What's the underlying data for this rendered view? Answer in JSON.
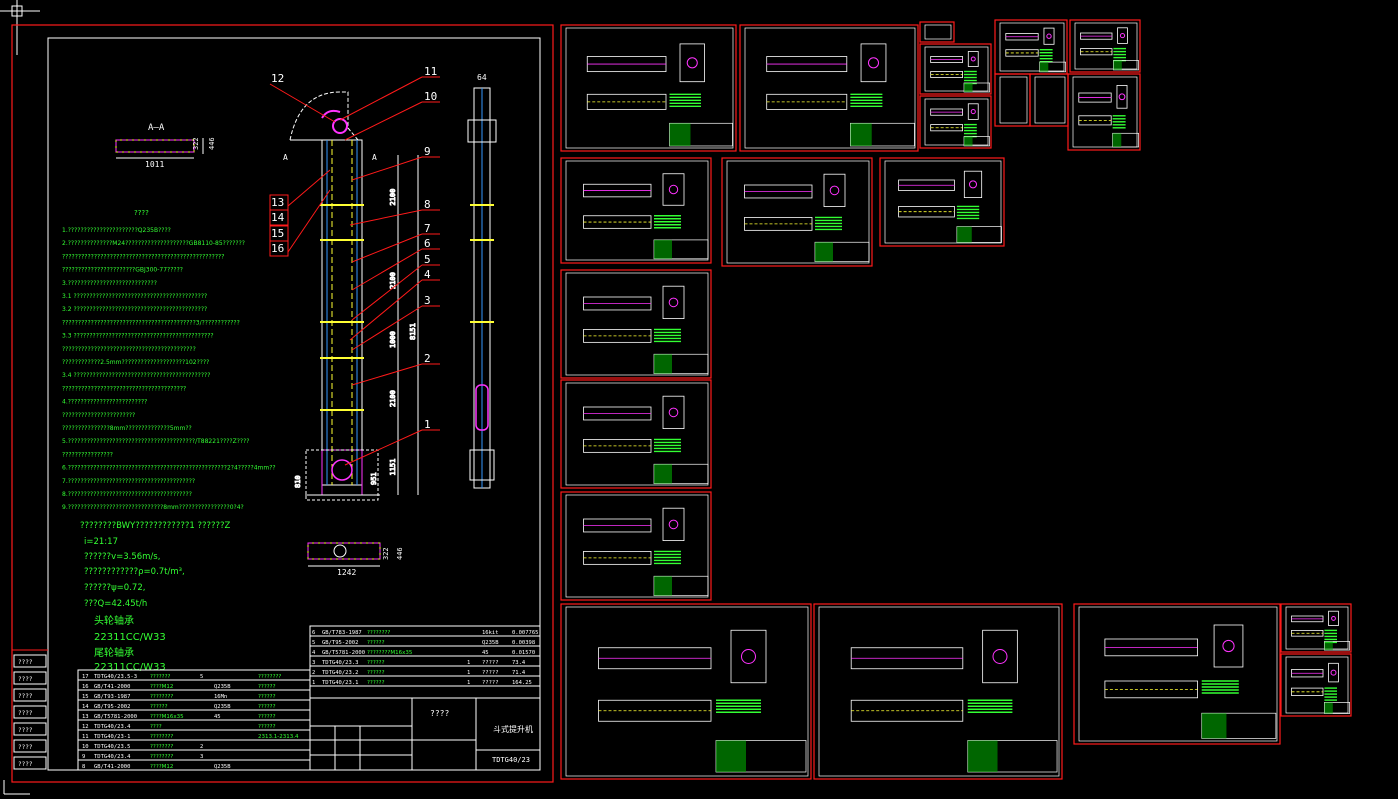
{
  "colors": {
    "frame": "#ff1a1a",
    "white": "#ffffff",
    "cyan": "#33ffff",
    "green": "#33ff33",
    "yellow": "#ffe000",
    "magenta": "#ff33ff",
    "blue": "#3366ff",
    "bg": "#000000"
  },
  "main_sheet": {
    "section_label": "A—A",
    "section_a_left": "A",
    "section_a_right": "A",
    "top_view_dims": {
      "width": "1011",
      "h1": "322",
      "h2": "446"
    },
    "bottom_view_dims": {
      "width": "1242",
      "h1": "322",
      "h2": "446"
    },
    "side_view_dim_top": "64",
    "vertical_dims": [
      "2100",
      "2100",
      "1000",
      "2100",
      "1151",
      "8151",
      "951",
      "810"
    ],
    "callouts_right": [
      "11",
      "10",
      "9",
      "8",
      "7",
      "6",
      "5",
      "4",
      "3",
      "2",
      "1"
    ],
    "callouts_left": [
      "12",
      "13",
      "14",
      "15",
      "16"
    ],
    "notes_heading": "????",
    "notes": [
      "1.??????????????????????Q235B????",
      "2.??????????????M24????????????????????GB8110-85???????",
      "   ???????????????????????????????????????????????????",
      "   ???????????????????????GBJ300-77?????",
      "3.????????????????????????????",
      "   3.1 ??????????????????????????????????????????",
      "   3.2 ??????????????????????????????????????????",
      "       ??????????????????????????????????????????3/????????????",
      "   3.3 ????????????????????????????????????????????",
      "       ??????????????????????????????????????????",
      "       ????????????2.5mm????????????????????102????",
      "   3.4 ???????????????????????????????????????????",
      "       ???????????????????????????????????????",
      "4.?????????????????????????",
      "   ???????????????????????",
      "   ???????????????8mm??????????????5mm??",
      "5.????????????????????????????????????????/T88221????Z????",
      "   ????????????????",
      "6.??????????????????????????????????????????????????2?4?????4mm??",
      "7.????????????????????????????????????????",
      "8.???????????????????????????????????????",
      "9.??????????????????????????????8mm????????????????0?4?"
    ],
    "motor_line": "????????BWY????????????1     ??????Z",
    "ratio": "i=21:17",
    "speed": "??????v=3.56m/s,",
    "density": "????????????ρ=0.7t/m³,",
    "fill_coef": "??????ψ=0.72,",
    "capacity": "???Q=42.45t/h",
    "head_bearing_label": "头轮轴承",
    "head_bearing": "22311CC/W33",
    "tail_bearing_label": "尾轮轴承",
    "tail_bearing": "22311CC/W33",
    "title_block": {
      "name": "斗式提升机",
      "code": "TDTG40/23",
      "company": "????"
    },
    "upper_bom": [
      [
        "6",
        "GB/T783-1987",
        "????????",
        "",
        "",
        "16kit",
        "0.007765"
      ],
      [
        "5",
        "GB/T95-2002",
        "??????",
        "",
        "",
        "Q235B",
        "0.00398"
      ],
      [
        "4",
        "GB/T5781-2000",
        "????????M16x35",
        "",
        "",
        "45",
        "0.01570"
      ],
      [
        "3",
        "TDTG40/23.3",
        "??????",
        "",
        "1",
        "?????",
        "73.4"
      ],
      [
        "2",
        "TDTG40/23.2",
        "??????",
        "",
        "1",
        "?????",
        "71.4"
      ],
      [
        "1",
        "TDTG40/23.1",
        "??????",
        "",
        "1",
        "?????",
        "164.25"
      ]
    ],
    "lower_bom": [
      [
        "17",
        "TDTG40/23.5-3",
        "???????",
        "5",
        "",
        "????????"
      ],
      [
        "16",
        "GB/T41-2000",
        "????M12",
        "",
        "Q235B",
        "??????"
      ],
      [
        "15",
        "GB/T93-1987",
        "????????",
        "",
        "16Mn",
        "??????"
      ],
      [
        "14",
        "GB/T95-2002",
        "??????",
        "",
        "Q235B",
        "??????"
      ],
      [
        "13",
        "GB/T5781-2000",
        "????M16x35",
        "",
        "45",
        "??????"
      ],
      [
        "12",
        "TDTG40/23.4",
        "????",
        "",
        "",
        "??????"
      ],
      [
        "11",
        "TDTG40/23-1",
        "????????",
        "",
        "",
        "2313.1-2313.4"
      ],
      [
        "10",
        "TDTG40/23.5",
        "????????",
        "2",
        "",
        ""
      ],
      [
        "9",
        "TDTG40/23.4",
        "????????",
        "3",
        "",
        ""
      ],
      [
        "8",
        "GB/T41-2000",
        "????M12",
        "",
        "Q235B",
        ""
      ]
    ],
    "left_strip": [
      "????",
      "????",
      "????",
      "????",
      "????",
      "????",
      "????"
    ]
  },
  "side_sheets_count": 19
}
